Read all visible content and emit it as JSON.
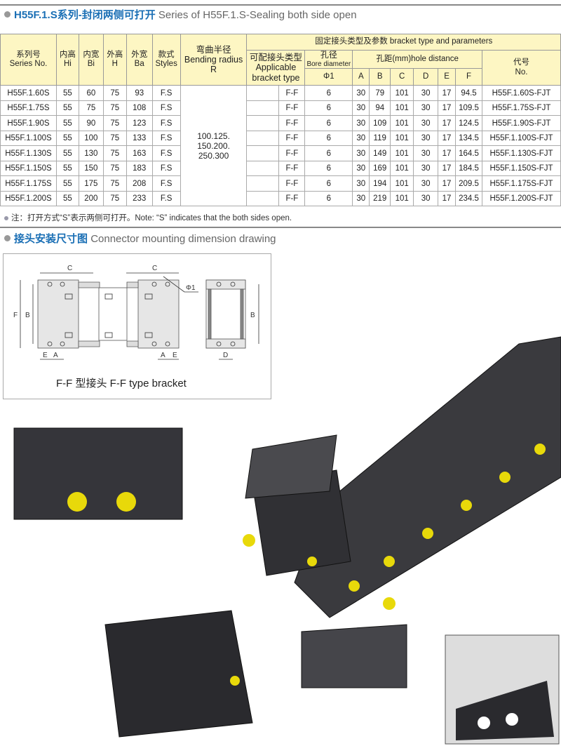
{
  "section1": {
    "title_cn": "H55F.1.S系列-封闭两侧可打开",
    "title_en": "Series of H55F.1.S-Sealing both side open"
  },
  "table": {
    "headers": {
      "series_cn": "系列号",
      "series_en": "Series No.",
      "hi_cn": "内高",
      "hi_en": "Hi",
      "bi_cn": "内宽",
      "bi_en": "Bi",
      "h_cn": "外高",
      "h_en": "H",
      "ba_cn": "外宽",
      "ba_en": "Ba",
      "styles_cn": "款式",
      "styles_en": "Styles",
      "r_cn": "弯曲半径",
      "r_en": "Bending radius",
      "r_sym": "R",
      "group": "固定接头类型及参数 bracket type and parameters",
      "app_cn": "可配接头类型",
      "app_en1": "Applicable",
      "app_en2": "bracket type",
      "bore_cn": "孔径",
      "bore_en": "Bore diameter",
      "bore_sym": "Φ1",
      "hole": "孔距(mm)hole distance",
      "A": "A",
      "B": "B",
      "C": "C",
      "D": "D",
      "E": "E",
      "F": "F",
      "no_cn": "代号",
      "no_en": "No."
    },
    "radius": "100.125.\n150.200.\n250.300",
    "rows": [
      [
        "H55F.1.60S",
        "55",
        "60",
        "75",
        "93",
        "F.S",
        "F-F",
        "6",
        "30",
        "79",
        "101",
        "30",
        "17",
        "94.5",
        "H55F.1.60S-FJT"
      ],
      [
        "H55F.1.75S",
        "55",
        "75",
        "75",
        "108",
        "F.S",
        "F-F",
        "6",
        "30",
        "94",
        "101",
        "30",
        "17",
        "109.5",
        "H55F.1.75S-FJT"
      ],
      [
        "H55F.1.90S",
        "55",
        "90",
        "75",
        "123",
        "F.S",
        "F-F",
        "6",
        "30",
        "109",
        "101",
        "30",
        "17",
        "124.5",
        "H55F.1.90S-FJT"
      ],
      [
        "H55F.1.100S",
        "55",
        "100",
        "75",
        "133",
        "F.S",
        "F-F",
        "6",
        "30",
        "119",
        "101",
        "30",
        "17",
        "134.5",
        "H55F.1.100S-FJT"
      ],
      [
        "H55F.1.130S",
        "55",
        "130",
        "75",
        "163",
        "F.S",
        "F-F",
        "6",
        "30",
        "149",
        "101",
        "30",
        "17",
        "164.5",
        "H55F.1.130S-FJT"
      ],
      [
        "H55F.1.150S",
        "55",
        "150",
        "75",
        "183",
        "F.S",
        "F-F",
        "6",
        "30",
        "169",
        "101",
        "30",
        "17",
        "184.5",
        "H55F.1.150S-FJT"
      ],
      [
        "H55F.1.175S",
        "55",
        "175",
        "75",
        "208",
        "F.S",
        "F-F",
        "6",
        "30",
        "194",
        "101",
        "30",
        "17",
        "209.5",
        "H55F.1.175S-FJT"
      ],
      [
        "H55F.1.200S",
        "55",
        "200",
        "75",
        "233",
        "F.S",
        "F-F",
        "6",
        "30",
        "219",
        "101",
        "30",
        "17",
        "234.5",
        "H55F.1.200S-FJT"
      ]
    ]
  },
  "note": "注：打开方式“S”表示两侧可打开。Note: “S” indicates that the both sides open.",
  "section2": {
    "title_cn": "接头安装尺寸图",
    "title_en": "Connector mounting dimension drawing"
  },
  "drawing": {
    "C": "C",
    "phi": "Φ1",
    "F": "F",
    "B": "B",
    "E": "E",
    "A": "A",
    "D": "D",
    "caption": "F-F 型接头   F-F type bracket"
  }
}
